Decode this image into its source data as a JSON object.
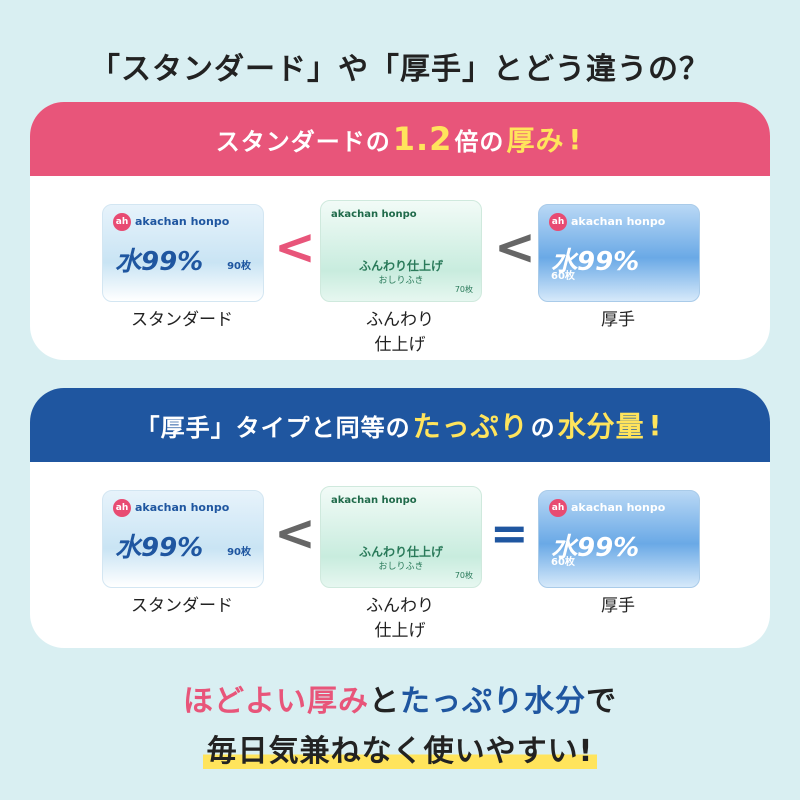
{
  "title": "「スタンダード」や「厚手」とどう違うの？",
  "section1": {
    "banner_pre": "スタンダードの",
    "banner_hl1": "1.2",
    "banner_mid": "倍の",
    "banner_hl2": "厚み",
    "banner_end": "!",
    "symbol_left": "<",
    "symbol_right": "<",
    "products": [
      {
        "caption": "スタンダード",
        "brand": "akachan honpo",
        "label": "水99%",
        "count": "90枚"
      },
      {
        "caption_line1": "ふんわり",
        "caption_line2": "仕上げ",
        "brand": "akachan honpo",
        "label": "ふんわり仕上げ",
        "sub": "おしりふき",
        "count": "70枚"
      },
      {
        "caption": "厚手",
        "brand": "akachan honpo",
        "label": "水99%",
        "count": "60枚"
      }
    ]
  },
  "section2": {
    "banner_pre": "「厚手」タイプと同等の",
    "banner_hl1": "たっぷり",
    "banner_mid": "の",
    "banner_hl2": "水分量",
    "banner_end": "!",
    "symbol_left": "<",
    "symbol_right": "=",
    "products": [
      {
        "caption": "スタンダード",
        "brand": "akachan honpo",
        "label": "水99%",
        "count": "90枚"
      },
      {
        "caption_line1": "ふんわり",
        "caption_line2": "仕上げ",
        "brand": "akachan honpo",
        "label": "ふんわり仕上げ",
        "sub": "おしりふき",
        "count": "70枚"
      },
      {
        "caption": "厚手",
        "brand": "akachan honpo",
        "label": "水99%",
        "count": "60枚"
      }
    ]
  },
  "footer": {
    "line1_a": "ほどよい厚み",
    "line1_b": "と",
    "line1_c": "たっぷり水分",
    "line1_d": "で",
    "line2": "毎日気兼ねなく使いやすい!"
  },
  "colors": {
    "pink": "#e8557a",
    "blue": "#1f56a0",
    "yellow": "#ffe45c",
    "background": "#d9eff2"
  }
}
